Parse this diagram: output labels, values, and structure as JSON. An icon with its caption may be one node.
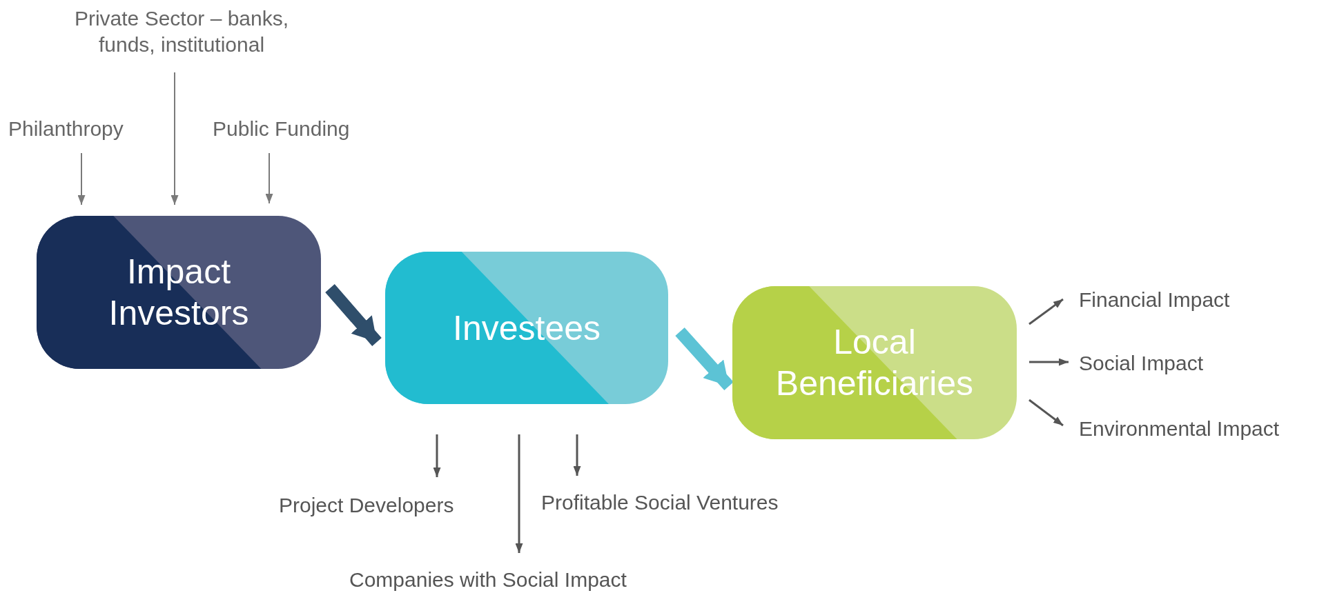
{
  "diagram": {
    "nodes": [
      {
        "text": [
          "Private Sector – banks, funds, institutional"
        ]
      },
      {
        "text": [
          "Philanthropy"
        ]
      },
      {
        "text": [
          "Public Funding"
        ]
      },
      {
        "text": [
          "Impact Investors"
        ]
      },
      {
        "text": [
          "Investees"
        ]
      },
      {
        "text": [
          "Local Beneficiaries"
        ]
      },
      {
        "text": [
          "Project Developers"
        ]
      },
      {
        "text": [
          "Companies with Social Impact"
        ]
      },
      {
        "text": [
          "Profitable Social Ventures"
        ]
      },
      {
        "text": [
          "Financial Impact"
        ]
      },
      {
        "text": [
          "Social Impact"
        ]
      },
      {
        "text": [
          "Environmental Impact"
        ]
      }
    ],
    "edges": [
      {
        "from": 1,
        "to": 3,
        "arrow": "to"
      },
      {
        "from": 0,
        "to": 3,
        "arrow": "to"
      },
      {
        "from": 2,
        "to": 3,
        "arrow": "to"
      },
      {
        "from": 3,
        "to": 4,
        "arrow": "to",
        "style": "thick",
        "color": "#2f4e6b"
      },
      {
        "from": 4,
        "to": 6,
        "arrow": "to"
      },
      {
        "from": 4,
        "to": 7,
        "arrow": "to"
      },
      {
        "from": 4,
        "to": 8,
        "arrow": "to"
      },
      {
        "from": 4,
        "to": 5,
        "arrow": "to",
        "style": "thick",
        "color": "#5cc3d5"
      },
      {
        "from": 5,
        "to": 9,
        "arrow": "to"
      },
      {
        "from": 5,
        "to": 10,
        "arrow": "to"
      },
      {
        "from": 5,
        "to": 11,
        "arrow": "to"
      }
    ]
  }
}
